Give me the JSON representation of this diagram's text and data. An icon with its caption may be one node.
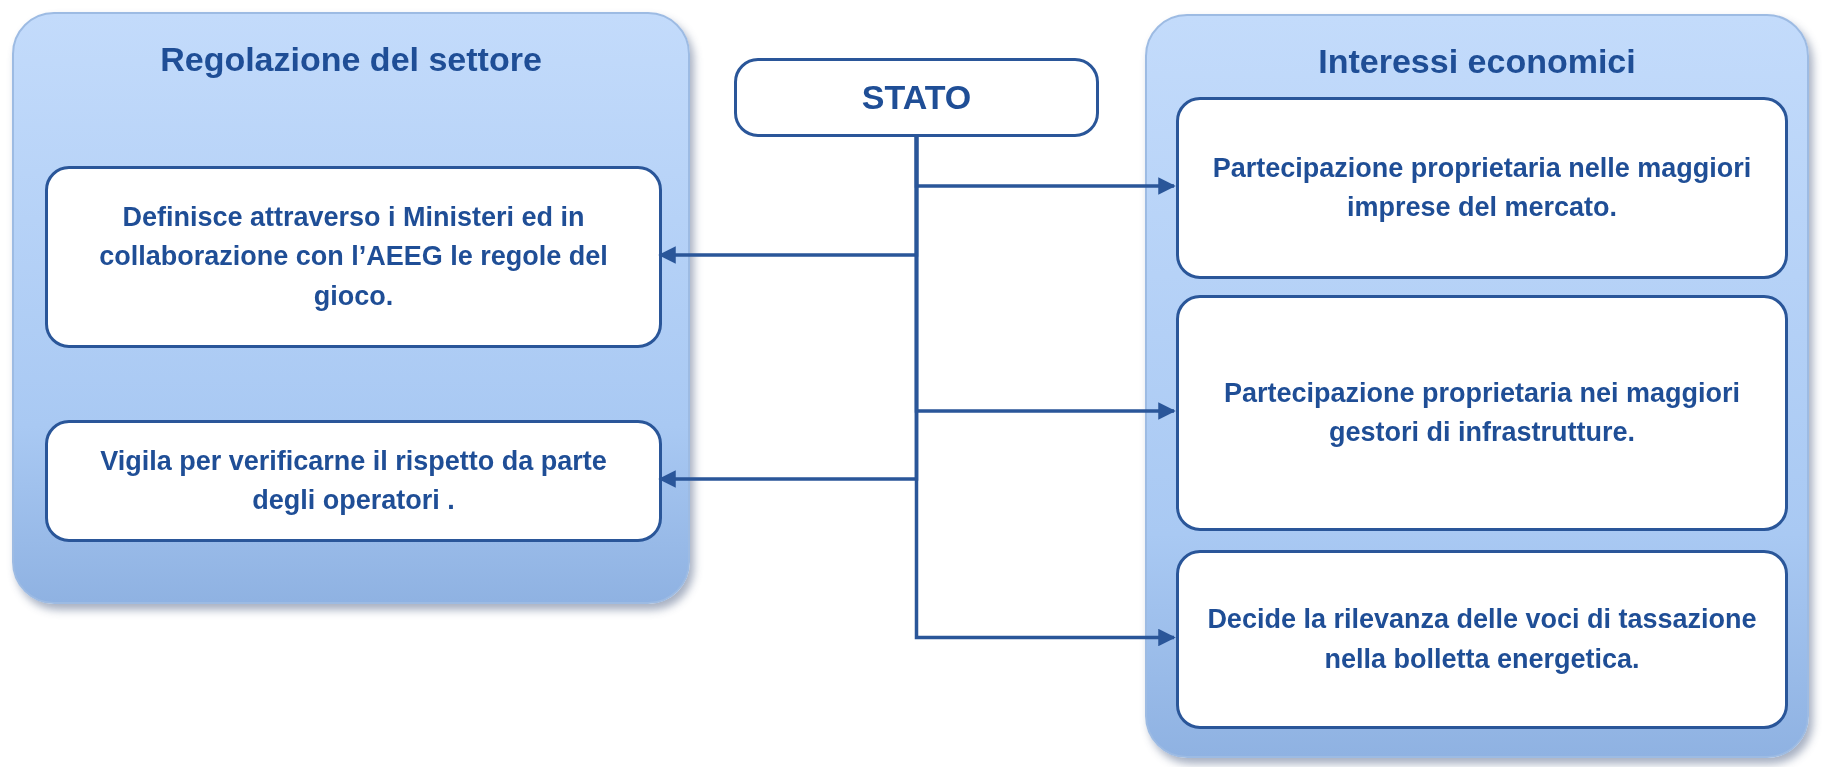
{
  "diagram": {
    "nodes": [
      {
        "text": [
          "Regolazione del settore"
        ]
      },
      {
        "text": [
          "Definisce attraverso i Ministeri ed in collaborazione con l’AEEG le regole del gioco."
        ],
        "in": 0
      },
      {
        "text": [
          "Vigila per verificarne il rispetto da parte degli operatori ."
        ],
        "in": 0
      },
      {
        "text": [
          "STATO"
        ]
      },
      {
        "text": [
          "Interessi economici"
        ]
      },
      {
        "text": [
          "Partecipazione proprietaria nelle maggiori imprese del mercato."
        ],
        "in": 4
      },
      {
        "text": [
          "Partecipazione proprietaria nei maggiori gestori di infrastrutture."
        ],
        "in": 4
      },
      {
        "text": [
          "Decide la rilevanza delle voci di tassazione nella bolletta energetica."
        ],
        "in": 4
      }
    ],
    "edges": [
      {
        "from": 3,
        "to": 5,
        "arrow": "to"
      },
      {
        "from": 3,
        "to": 1,
        "arrow": "to"
      },
      {
        "from": 3,
        "to": 6,
        "arrow": "to"
      },
      {
        "from": 3,
        "to": 2,
        "arrow": "to"
      },
      {
        "from": 3,
        "to": 7,
        "arrow": "to"
      }
    ]
  }
}
